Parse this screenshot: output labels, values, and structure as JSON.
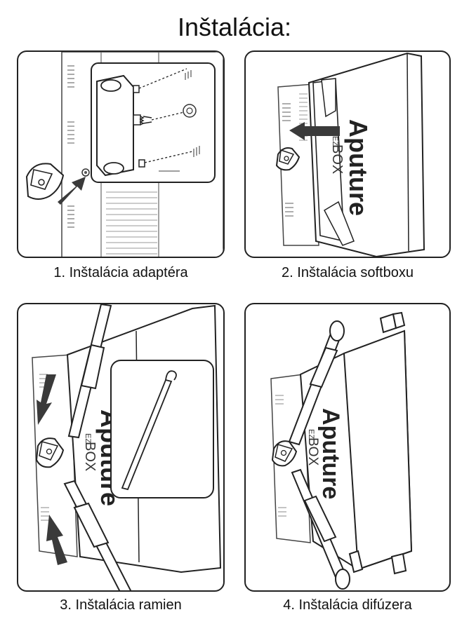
{
  "title": "Inštalácia:",
  "steps": [
    {
      "caption": "1. Inštalácia adaptéra"
    },
    {
      "caption": "2. Inštalácia softboxu"
    },
    {
      "caption": "3. Inštalácia ramien"
    },
    {
      "caption": "4. Inštalácia difúzera"
    }
  ],
  "brand": {
    "logo": "Aputure",
    "product_prefix": "EZ",
    "product": "BOX"
  },
  "colors": {
    "line": "#222222",
    "arrow": "#3a3a3a",
    "fill": "#ffffff"
  }
}
